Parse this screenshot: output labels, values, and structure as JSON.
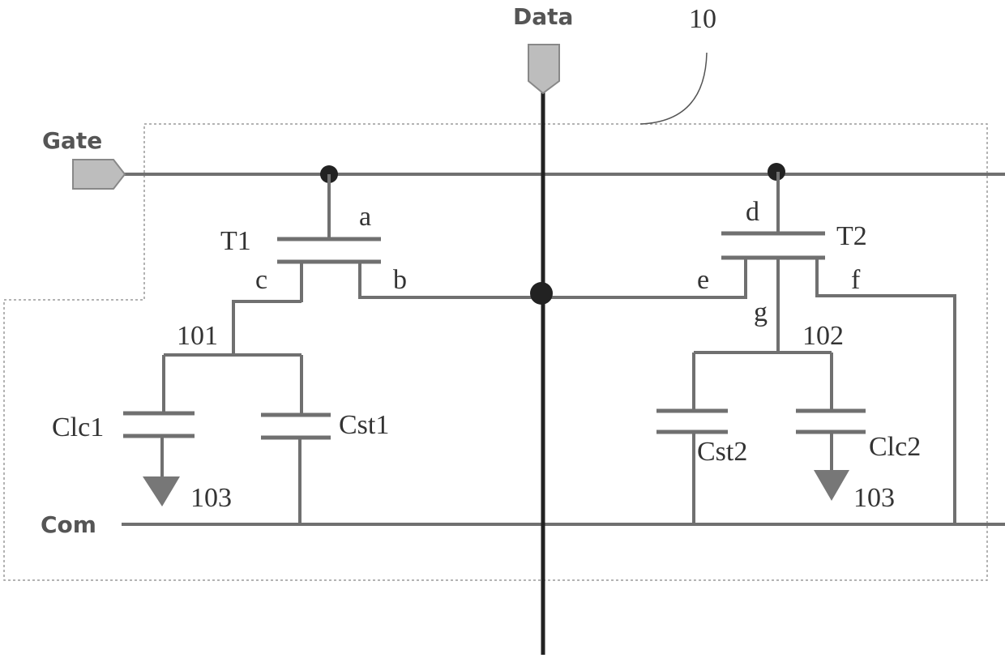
{
  "signals": {
    "data": "Data",
    "gate": "Gate",
    "com": "Com"
  },
  "labels": {
    "pixel": "10",
    "t1": "T1",
    "t2": "T2",
    "a": "a",
    "b": "b",
    "c": "c",
    "d": "d",
    "e": "e",
    "f": "f",
    "g": "g",
    "n101": "101",
    "n102": "102",
    "n103_left": "103",
    "n103_right": "103",
    "clc1": "Clc1",
    "cst1": "Cst1",
    "cst2": "Cst2",
    "clc2": "Clc2"
  },
  "colors": {
    "wire": "#707070",
    "data_line": "#222222",
    "terminal_fill": "#bdbdbd",
    "boundary": "#9a9a9a"
  }
}
